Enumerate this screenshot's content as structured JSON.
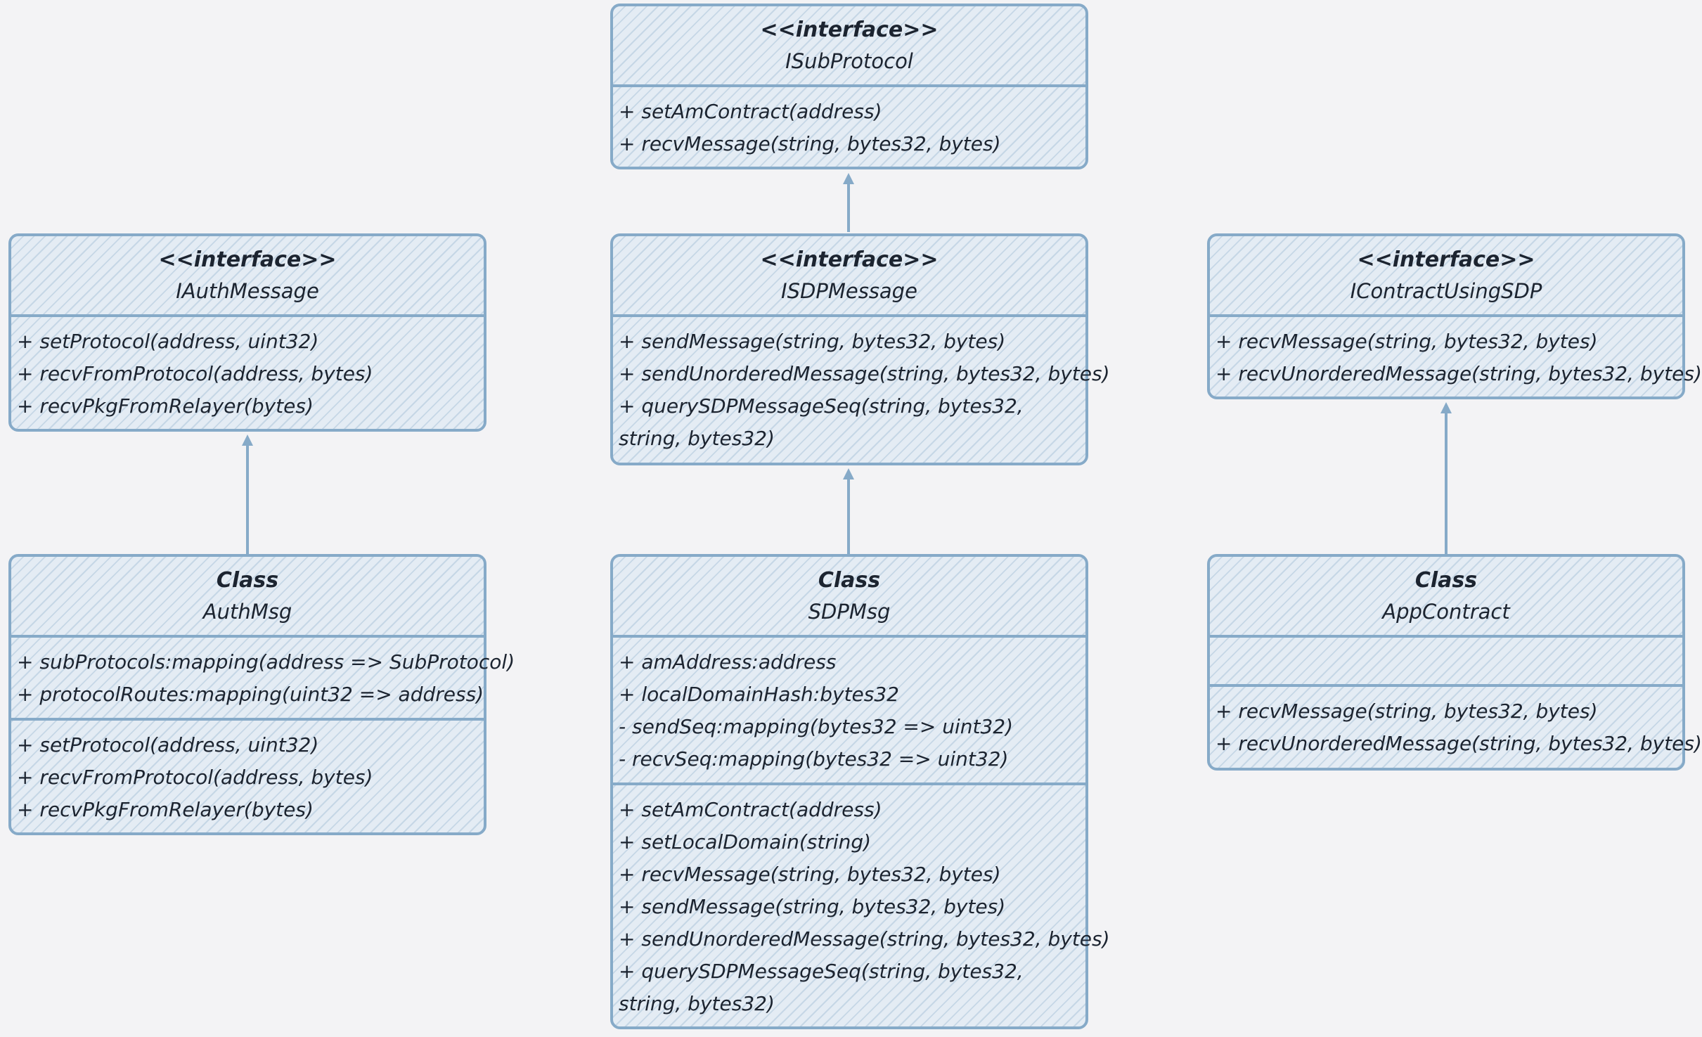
{
  "diagram": {
    "boxes": [
      {
        "id": "isubprotocol",
        "stereotype": "<<interface>>",
        "name": "ISubProtocol",
        "attributes": [],
        "methods": [
          "+ setAmContract(address)",
          "+ recvMessage(string, bytes32, bytes)"
        ]
      },
      {
        "id": "iauthmessage",
        "stereotype": "<<interface>>",
        "name": "IAuthMessage",
        "attributes": [],
        "methods": [
          "+ setProtocol(address, uint32)",
          "+ recvFromProtocol(address, bytes)",
          "+ recvPkgFromRelayer(bytes)"
        ]
      },
      {
        "id": "isdpmessage",
        "stereotype": "<<interface>>",
        "name": "ISDPMessage",
        "attributes": [],
        "methods": [
          "+ sendMessage(string, bytes32, bytes)",
          "+ sendUnorderedMessage(string, bytes32, bytes)",
          "+ querySDPMessageSeq(string, bytes32, string, bytes32)"
        ]
      },
      {
        "id": "icontractusingsdp",
        "stereotype": "<<interface>>",
        "name": "IContractUsingSDP",
        "attributes": [],
        "methods": [
          "+ recvMessage(string, bytes32, bytes)",
          "+ recvUnorderedMessage(string, bytes32, bytes)"
        ]
      },
      {
        "id": "authmsg",
        "stereotype": "Class",
        "name": "AuthMsg",
        "attributes": [
          "+ subProtocols:mapping(address => SubProtocol)",
          "+ protocolRoutes:mapping(uint32 => address)"
        ],
        "methods": [
          "+ setProtocol(address, uint32)",
          "+ recvFromProtocol(address, bytes)",
          "+ recvPkgFromRelayer(bytes)"
        ]
      },
      {
        "id": "sdpmsg",
        "stereotype": "Class",
        "name": "SDPMsg",
        "attributes": [
          "+ amAddress:address",
          "+ localDomainHash:bytes32",
          "- sendSeq:mapping(bytes32 => uint32)",
          "- recvSeq:mapping(bytes32 => uint32)"
        ],
        "methods": [
          "+ setAmContract(address)",
          "+ setLocalDomain(string)",
          "+ recvMessage(string, bytes32, bytes)",
          "+ sendMessage(string, bytes32, bytes)",
          "+ sendUnorderedMessage(string, bytes32, bytes)",
          "+ querySDPMessageSeq(string, bytes32, string, bytes32)"
        ]
      },
      {
        "id": "appcontract",
        "stereotype": "Class",
        "name": "AppContract",
        "attributes": [],
        "methods": [
          "+ recvMessage(string, bytes32, bytes)",
          "+ recvUnorderedMessage(string, bytes32, bytes)"
        ]
      }
    ],
    "edges": [
      {
        "from": "isdpmessage",
        "to": "isubprotocol",
        "kind": "realization"
      },
      {
        "from": "authmsg",
        "to": "iauthmessage",
        "kind": "realization"
      },
      {
        "from": "sdpmsg",
        "to": "isdpmessage",
        "kind": "realization"
      },
      {
        "from": "appcontract",
        "to": "icontractusingsdp",
        "kind": "realization"
      }
    ],
    "colors": {
      "stroke": "#86aac8",
      "fill": "#e4ecf4",
      "background": "#f3f3f5",
      "text": "#1c2430"
    }
  }
}
